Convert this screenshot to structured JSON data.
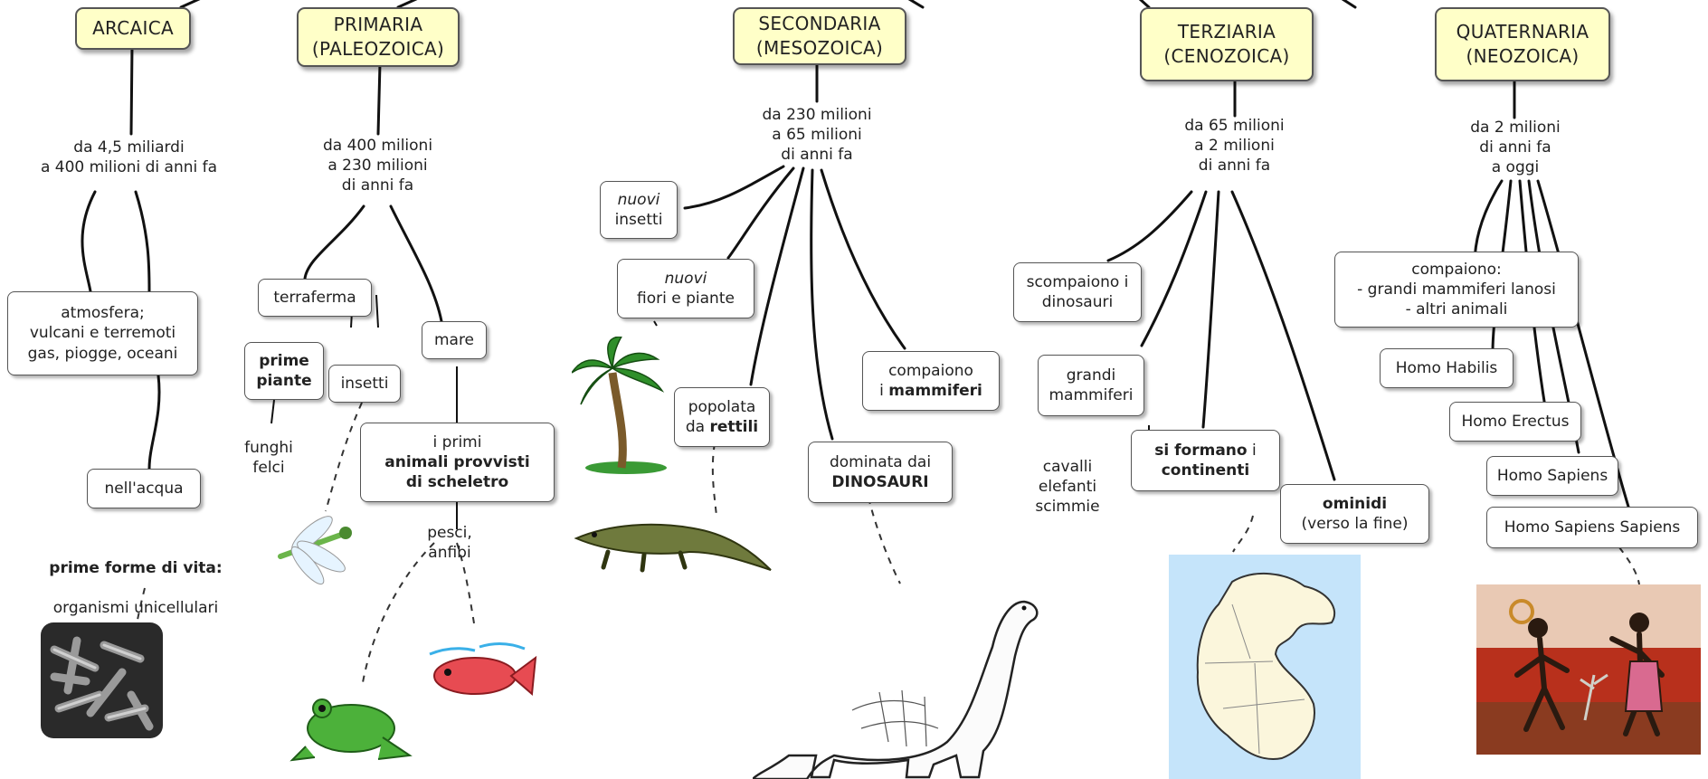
{
  "eras": {
    "arcaica": "ARCAICA",
    "primaria": "PRIMARIA\n(PALEOZOICA)",
    "secondaria": "SECONDARIA\n(MESOZOICA)",
    "terziaria": "TERZIARIA\n(CENOZOICA)",
    "quaternaria": "QUATERNARIA\n(NEOZOICA)"
  },
  "arcaica": {
    "dates": "da 4,5 miliardi\na 400 milioni di anni fa",
    "atmosfera": [
      "atmosfera;",
      "vulcani e terremoti",
      "gas, piogge, oceani"
    ],
    "acqua": "nell'acqua",
    "forme_bold": "prime forme di vita:",
    "forme_rest": "organismi unicellulari"
  },
  "primaria": {
    "dates": "da 400 milioni\na 230 milioni\ndi anni fa",
    "terraferma": "terraferma",
    "mare": "mare",
    "piante_line1": "prime",
    "piante_line2": "piante",
    "insetti": "insetti",
    "funghi": "funghi\nfelci",
    "animali_line1": "i primi",
    "animali_line2": "animali provvisti",
    "animali_line3": "di scheletro",
    "pesci": "pesci,\nanfibi"
  },
  "secondaria": {
    "dates": "da 230 milioni\na 65 milioni\ndi anni fa",
    "insetti_italic": "nuovi",
    "insetti_rest": "insetti",
    "fiori_italic": "nuovi",
    "fiori_rest": "fiori e piante",
    "rettili_line1": "popolata",
    "rettili_pre": "da ",
    "rettili_bold": "rettili",
    "dinosauri_line1": "dominata dai",
    "dinosauri_bold": "DINOSAURI",
    "mammiferi_line1": "compaiono",
    "mammiferi_pre": "i ",
    "mammiferi_bold": "mammiferi"
  },
  "terziaria": {
    "dates": "da 65 milioni\na 2 milioni\ndi anni fa",
    "scompaiono": [
      "scompaiono i",
      "dinosauri"
    ],
    "grandi": [
      "grandi",
      "mammiferi"
    ],
    "cavalli": "cavalli\nelefanti\nscimmie",
    "continenti_bold1": "si formano",
    "continenti_rest1": " i",
    "continenti_bold2": "continenti",
    "ominidi_bold": "ominidi",
    "ominidi_rest": "(verso la fine)"
  },
  "quaternaria": {
    "dates": "da 2 milioni\ndi anni fa\na oggi",
    "compaiono": [
      "compaiono:",
      "- grandi mammiferi lanosi",
      "- altri animali"
    ],
    "habilis": "Homo Habilis",
    "erectus": "Homo Erectus",
    "sapiens": "Homo Sapiens",
    "sapiens_sapiens": "Homo Sapiens Sapiens"
  },
  "colors": {
    "era_fill": "#ffffc8",
    "box_border": "#555555",
    "line": "#111111",
    "pangea_sea": "#c5e4fa",
    "pangea_land": "#fbf6dc"
  },
  "icons": [
    "bacteria-image",
    "dragonfly-image",
    "frog-image",
    "fish-image",
    "palm-tree-image",
    "crocodile-image",
    "brontosaurus-image",
    "pangea-map-image",
    "prehistoric-people-image"
  ]
}
